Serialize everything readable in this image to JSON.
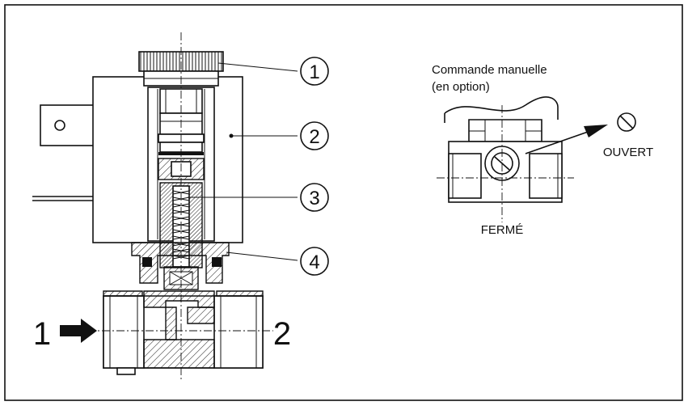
{
  "callouts": [
    {
      "num": "1"
    },
    {
      "num": "2"
    },
    {
      "num": "3"
    },
    {
      "num": "4"
    }
  ],
  "ports": {
    "inlet": "1",
    "outlet": "2"
  },
  "inset": {
    "title_line1": "Commande manuelle",
    "title_line2": "(en option)",
    "open_label": "OUVERT",
    "closed_label": "FERMÉ"
  },
  "colors": {
    "ink": "#111111",
    "background": "#ffffff"
  }
}
